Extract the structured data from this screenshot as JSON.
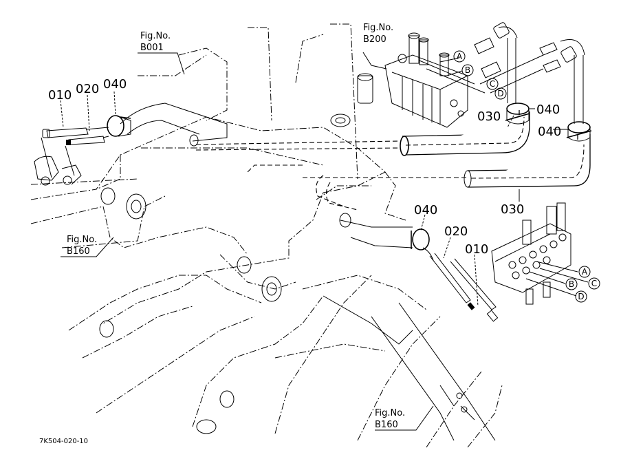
{
  "diagram": {
    "title": "Hydraulic hose routing parts diagram",
    "drawing_code": "7K504-020-10",
    "figure_references": [
      {
        "id": "fig-b001",
        "line1": "Fig.No.",
        "line2": "B001"
      },
      {
        "id": "fig-b200",
        "line1": "Fig.No.",
        "line2": "B200"
      },
      {
        "id": "fig-b160-left",
        "line1": "Fig.No.",
        "line2": "B160"
      },
      {
        "id": "fig-b160-bottom",
        "line1": "Fig.No.",
        "line2": "B160"
      }
    ],
    "part_callouts": {
      "left_010": "010",
      "left_020": "020",
      "left_040": "040",
      "top_030": "030",
      "top_040_a": "040",
      "top_040_b": "040",
      "right_030": "030",
      "mid_040": "040",
      "mid_020": "020",
      "mid_010": "010"
    },
    "port_labels_top": [
      "A",
      "B",
      "C",
      "D"
    ],
    "port_labels_bottom": [
      "A",
      "B",
      "C",
      "D"
    ]
  }
}
